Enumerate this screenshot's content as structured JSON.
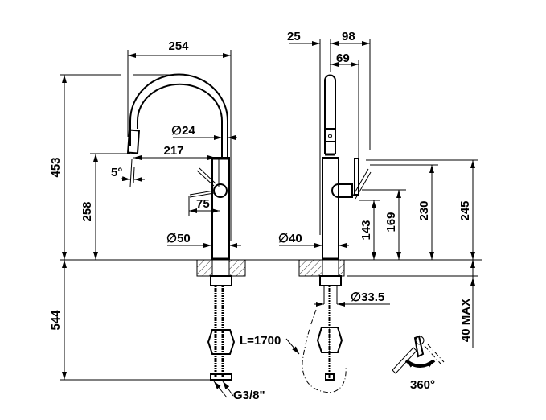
{
  "drawing": {
    "side_view": {
      "dims": {
        "spout_reach_total": "254",
        "height_total": "453",
        "outlet_height": "258",
        "spout_reach": "217",
        "outlet_angle": "5°",
        "spout_diameter": "∅24",
        "handle_offset": "75",
        "body_diameter": "∅50",
        "below_deck": "544",
        "connection": "G3/8\""
      }
    },
    "front_view": {
      "dims": {
        "offset_back": "25",
        "depth_total": "98",
        "handle_depth": "69",
        "handle_height_low": "143",
        "handle_height": "169",
        "outlet_height_low": "230",
        "outlet_height_high": "245",
        "body_diameter": "∅40",
        "shank_diameter": "∅33.5",
        "hose_length": "L=1700",
        "deck_thickness": "40 MAX",
        "rotation": "360°"
      }
    }
  }
}
